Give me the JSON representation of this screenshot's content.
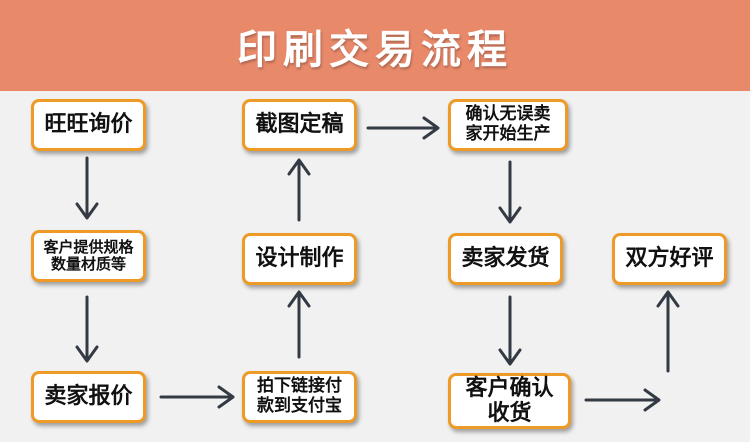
{
  "title": "印刷交易流程",
  "colors": {
    "banner": "#e8896a",
    "box_border": "#ee9a26",
    "arrow": "#333a44",
    "background": "#f1f1f1"
  },
  "steps": [
    {
      "id": "wangwang-inquiry",
      "lines": [
        "旺旺询价"
      ]
    },
    {
      "id": "customer-specs",
      "lines": [
        "客户提供规格",
        "数量材质等"
      ]
    },
    {
      "id": "seller-quote",
      "lines": [
        "卖家报价"
      ]
    },
    {
      "id": "order-payment",
      "lines": [
        "拍下链接付",
        "款到支付宝"
      ]
    },
    {
      "id": "design",
      "lines": [
        "设计制作"
      ]
    },
    {
      "id": "screenshot-final",
      "lines": [
        "截图定稿"
      ]
    },
    {
      "id": "confirm-production",
      "lines": [
        "确认无误卖",
        "家开始生产"
      ]
    },
    {
      "id": "seller-ship",
      "lines": [
        "卖家发货"
      ]
    },
    {
      "id": "customer-receipt",
      "lines": [
        "客户确认",
        "收货"
      ]
    },
    {
      "id": "mutual-review",
      "lines": [
        "双方好评"
      ]
    }
  ]
}
